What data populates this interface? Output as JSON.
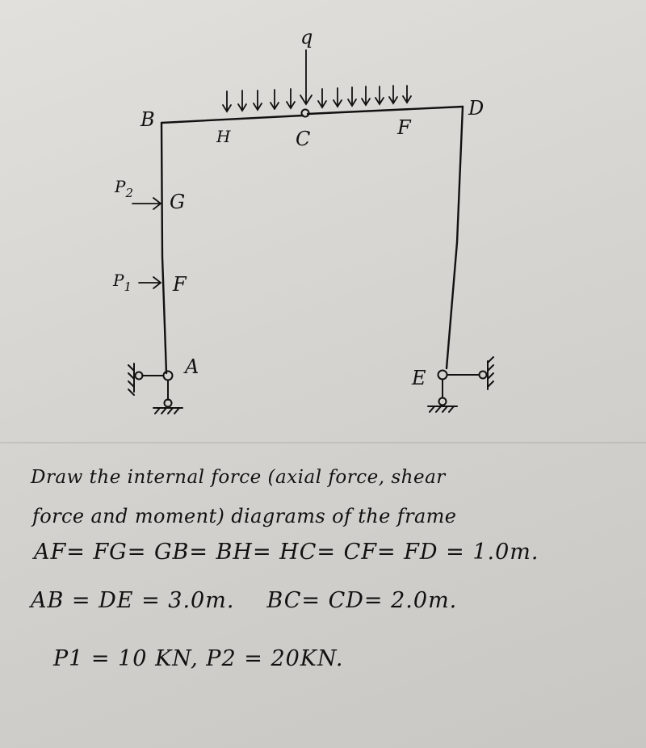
{
  "diagram": {
    "nodes": {
      "B": "B",
      "H": "H",
      "C": "C",
      "F_top": "F",
      "D": "D",
      "G": "G",
      "F_left": "F",
      "A": "A",
      "E": "E"
    },
    "loads": {
      "q": "q",
      "P1": "P",
      "P1_sub": "1",
      "P2": "P",
      "P2_sub": "2"
    }
  },
  "problem": {
    "line1": "Draw the internal force (axial force, shear",
    "line2": "force and moment) diagrams of the frame",
    "line3": "AF= FG= GB= BH= HC= CF= FD = 1.0m.",
    "line4a": "AB = DE = 3.0m.",
    "line4b": "BC= CD= 2.0m.",
    "line5": "P1 = 10 KN,  P2 = 20KN."
  }
}
